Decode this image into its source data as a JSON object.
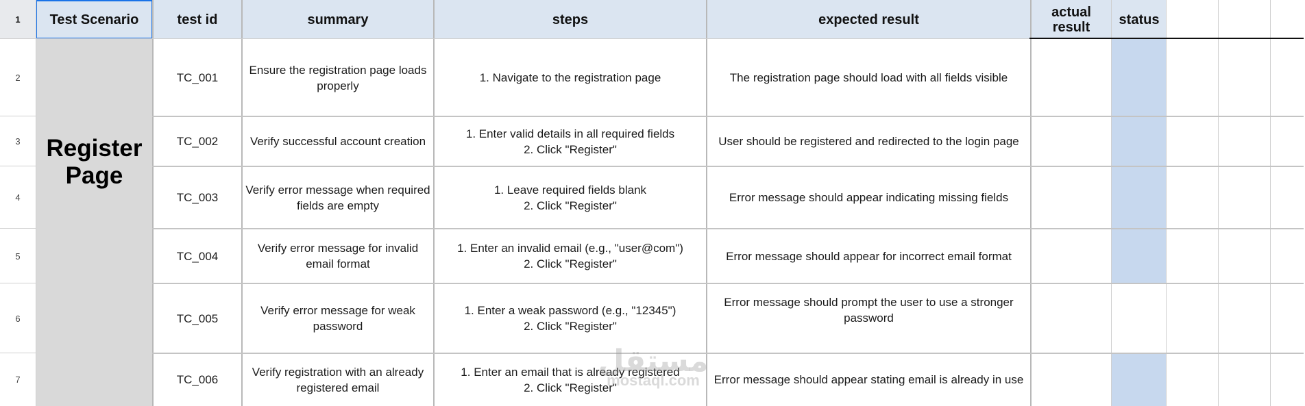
{
  "headers": {
    "test_scenario": "Test Scenario",
    "test_id": "test id",
    "summary": "summary",
    "steps": "steps",
    "expected_result": "expected result",
    "actual_result": "actual\nresult",
    "status": "status"
  },
  "row_numbers": [
    "1",
    "2",
    "3",
    "4",
    "5",
    "6",
    "7"
  ],
  "scenario": "Register\nPage",
  "rows": [
    {
      "id": "TC_001",
      "summary": "Ensure the registration page loads\nproperly",
      "steps": "1. Navigate to the registration page",
      "expected": "The registration page should load with all fields visible"
    },
    {
      "id": "TC_002",
      "summary": "Verify successful account creation",
      "steps": "1. Enter valid details in all required fields\n2. Click \"Register\"",
      "expected": "User should be registered and redirected to the login page"
    },
    {
      "id": "TC_003",
      "summary": "Verify error message when required\nfields are empty",
      "steps": "1. Leave required fields blank\n2. Click \"Register\"",
      "expected": "Error message should appear indicating missing fields"
    },
    {
      "id": "TC_004",
      "summary": "Verify error message for invalid\nemail format",
      "steps": "1. Enter an invalid email (e.g., \"user@com\")\n2. Click \"Register\"",
      "expected": "Error message should appear for incorrect email format"
    },
    {
      "id": "TC_005",
      "summary": "Verify error message for weak\npassword",
      "steps": "1. Enter a weak password (e.g., \"12345\")\n2. Click \"Register\"",
      "expected": "Error message should prompt the user to use a stronger\npassword"
    },
    {
      "id": "TC_006",
      "summary": "Verify registration with an already\nregistered email",
      "steps": "1. Enter an email that is already registered\n2. Click \"Register\"",
      "expected": "Error message should appear stating email is already in use"
    }
  ],
  "watermark": {
    "arabic": "مستقل",
    "latin": "mostaql.com"
  },
  "colors": {
    "header_bg": "#dbe5f1",
    "scenario_bg": "#d9d9d9",
    "status_fill": "#c7d8ee",
    "grid": "#cfcfcf"
  }
}
